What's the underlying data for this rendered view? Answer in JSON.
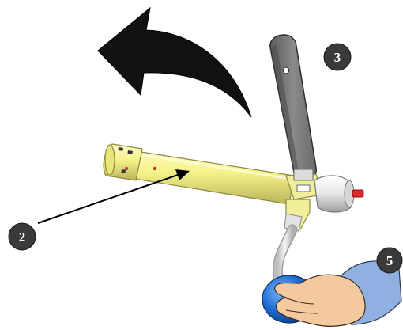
{
  "callouts": [
    {
      "id": "2",
      "label": "2"
    },
    {
      "id": "3",
      "label": "3"
    },
    {
      "id": "5",
      "label": "5"
    }
  ],
  "colors": {
    "rotation_arrow": "#111111",
    "tube": "#f5f28a",
    "tube_shadow": "#b9b45a",
    "lever": "#7a7a7a",
    "lever_dark": "#4a4a4a",
    "end_cap": "#e6e6e6",
    "tip": "#e0262b",
    "marker": "#c0392b",
    "hose": "#dcdcdc",
    "bulb": "#1e6fd8",
    "hand": "#f4c9a0",
    "sleeve": "#8fb0e0",
    "callout_circle": "#3a3a3a",
    "callout_text": "#ffffff"
  },
  "icons": [
    "rotation-arrow-icon",
    "pointer-arrow-icon"
  ]
}
